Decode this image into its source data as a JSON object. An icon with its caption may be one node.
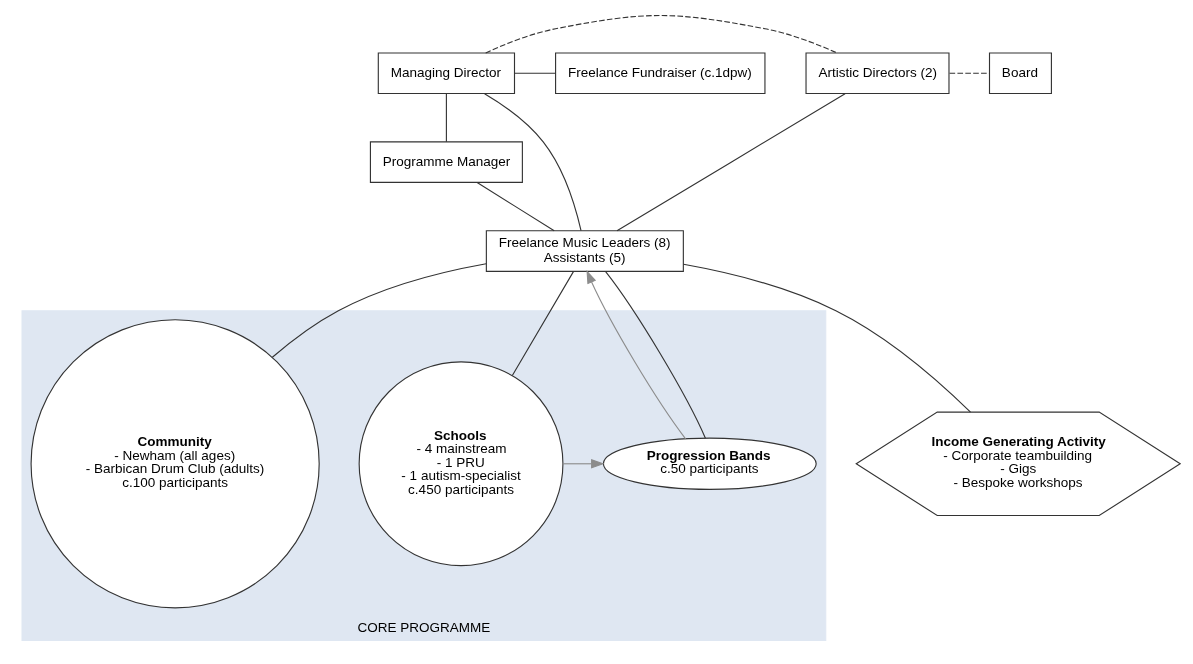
{
  "diagram": {
    "nodes": [
      {
        "text": [
          "Managing Director"
        ]
      },
      {
        "text": [
          "Artistic Directors (2)"
        ]
      },
      {
        "text": [
          "Board"
        ]
      },
      {
        "text": [
          "Freelance Fundraiser (c.1dpw)"
        ]
      },
      {
        "text": [
          "Programme Manager"
        ]
      },
      {
        "text": [
          "Freelance Music Leaders (8)",
          "Assistants (5)"
        ]
      },
      {
        "text": [
          "CORE PROGRAMME"
        ]
      },
      {
        "text": [
          "Progression Bands",
          "c.50 participants"
        ],
        "in": 6
      },
      {
        "text": [
          "Schools",
          "- 4 mainstream",
          "- 1 PRU",
          "- 1 autism-specialist",
          "c.450 participants"
        ],
        "in": 6
      },
      {
        "text": [
          "Community",
          "- Newham (all ages)",
          "- Barbican Drum Club (adults)",
          "c.100 participants"
        ],
        "in": 6
      },
      {
        "text": [
          "Income Generating Activity",
          "- Corporate teambuilding",
          "- Gigs",
          "- Bespoke workshops"
        ]
      }
    ],
    "edges": [
      {
        "from": 0,
        "to": 1,
        "arrow": "none",
        "style": "dashed"
      },
      {
        "from": 1,
        "to": 2,
        "arrow": "none",
        "style": "dashed"
      },
      {
        "from": 0,
        "to": 3,
        "arrow": "none"
      },
      {
        "from": 0,
        "to": 4,
        "arrow": "none"
      },
      {
        "from": 0,
        "to": 5,
        "arrow": "none"
      },
      {
        "from": 1,
        "to": 5,
        "arrow": "none"
      },
      {
        "from": 4,
        "to": 5,
        "arrow": "none"
      },
      {
        "from": 5,
        "to": 7,
        "arrow": "none"
      },
      {
        "from": 5,
        "to": 8,
        "arrow": "none"
      },
      {
        "from": 5,
        "to": 9,
        "arrow": "none"
      },
      {
        "from": 5,
        "to": 10,
        "arrow": "none"
      },
      {
        "from": 7,
        "to": 5,
        "arrow": "to",
        "color": "#8c8c8c"
      },
      {
        "from": 8,
        "to": 7,
        "arrow": "to",
        "color": "#8c8c8c"
      }
    ]
  }
}
